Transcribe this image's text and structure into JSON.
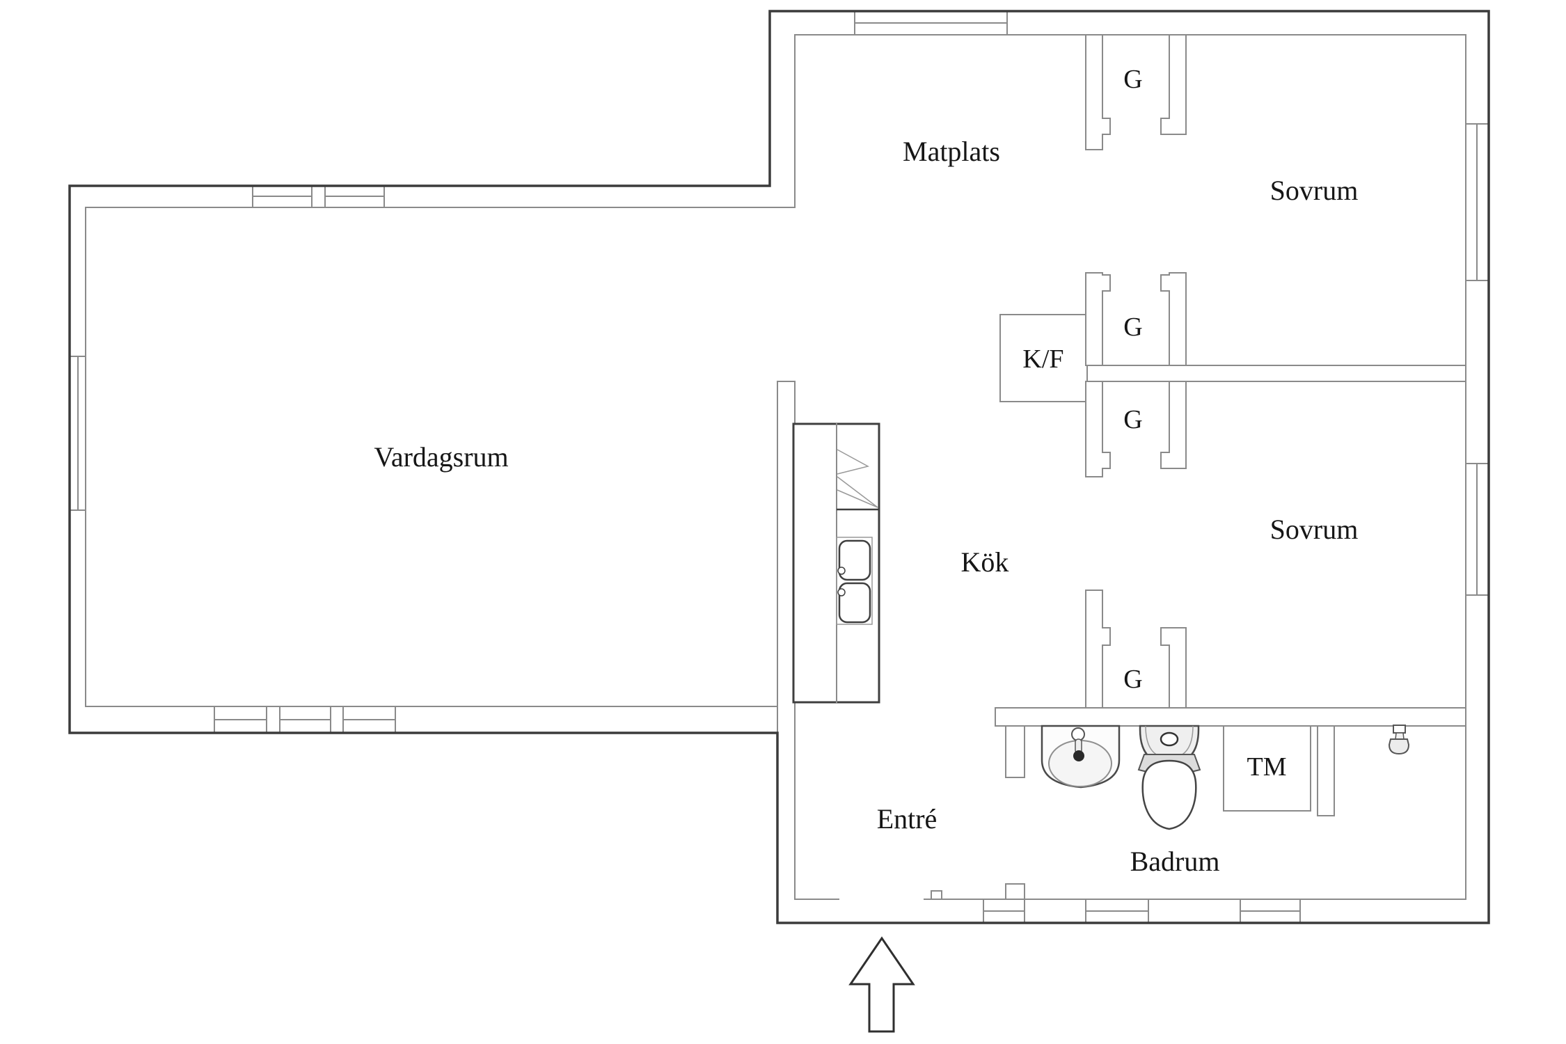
{
  "colors": {
    "background": "#ffffff",
    "outer_wall": "#3b3b3b",
    "inner_wall": "#8a8a8a",
    "label_text": "#161616",
    "fixture_stroke": "#4a4a4a",
    "fixture_fill": "#efefef"
  },
  "rooms": [
    {
      "id": "vardagsrum",
      "label": "Vardagsrum"
    },
    {
      "id": "matplats",
      "label": "Matplats"
    },
    {
      "id": "sovrum_upper",
      "label": "Sovrum"
    },
    {
      "id": "sovrum_lower",
      "label": "Sovrum"
    },
    {
      "id": "kok",
      "label": "Kök"
    },
    {
      "id": "entre",
      "label": "Entré"
    },
    {
      "id": "badrum",
      "label": "Badrum"
    }
  ],
  "closets": [
    {
      "id": "closet_top",
      "label": "G"
    },
    {
      "id": "closet_upper_mid",
      "label": "G"
    },
    {
      "id": "closet_lower_mid",
      "label": "G"
    },
    {
      "id": "closet_bottom",
      "label": "G"
    }
  ],
  "appliances": {
    "fridge_freezer": {
      "label": "K/F"
    },
    "washing_machine": {
      "label": "TM"
    }
  },
  "icons": [
    "kitchen-stove-icon",
    "kitchen-double-sink-icon",
    "washbasin-icon",
    "toilet-icon",
    "water-tap-icon",
    "entrance-arrow-icon"
  ],
  "entrance": {
    "arrow_direction": "up"
  }
}
